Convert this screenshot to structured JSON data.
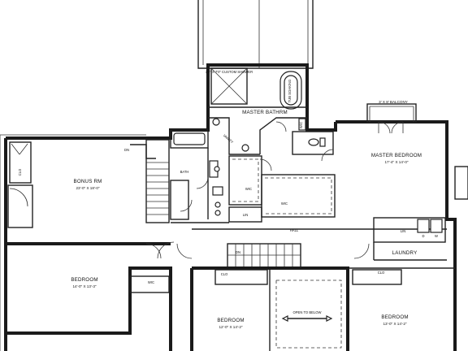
{
  "rooms": {
    "bonus_rm": {
      "name": "BONUS RM",
      "size": "23'-0\" X 18'-0\""
    },
    "master_bath": {
      "name": "MASTER BATHRM"
    },
    "master_bed": {
      "name": "MASTER BEDROOM",
      "size": "17'-4\" X 14'-0\""
    },
    "bedroom_left": {
      "name": "BEDROOM",
      "size": "14'-0\" X 13'-3\""
    },
    "bedroom_mid": {
      "name": "BEDROOM",
      "size": "12'-0\" X 14'-2\""
    },
    "bedroom_right": {
      "name": "BEDROOM",
      "size": "13'-0\" X 14'-2\""
    },
    "bath": {
      "name": "BATH"
    },
    "laundry": {
      "name": "LAUNDRY"
    },
    "hall": {
      "name": "HALL"
    },
    "lin": {
      "name": "LIN"
    }
  },
  "labels": {
    "balcony": "3' X 8' BALCONY",
    "custom_shower": "3'6\" X 7'0\" CUSTOM SHOWER",
    "tub": "TUB SOAKING",
    "vanity": "VANITY",
    "open_to_below": "OPEN TO BELOW",
    "dn_bonus": "DN",
    "dn_hall": "DN",
    "wic_master": "W/C",
    "wic_main": "WIC",
    "wic_hall": "WIC",
    "wic_bedroom": "WIC",
    "clo_bonus": "CLO",
    "clo_mid": "CLO",
    "clo_right": "CLO",
    "lin_small": "LIN",
    "d_label": "D",
    "w_label": "W"
  }
}
